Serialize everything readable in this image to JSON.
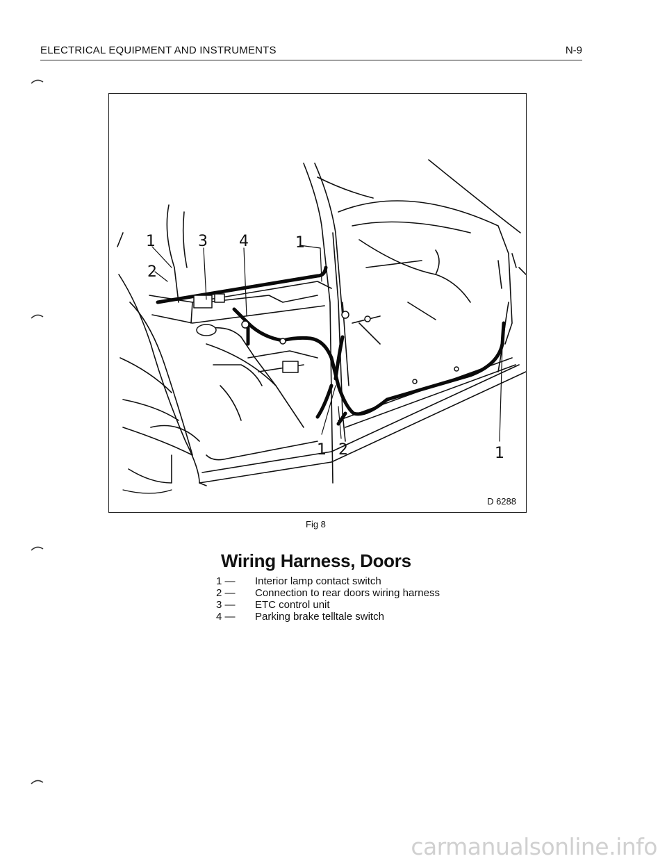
{
  "header": {
    "title": "ELECTRICAL EQUIPMENT AND INSTRUMENTS",
    "page": "N-9"
  },
  "figure": {
    "code": "D 6288",
    "caption": "Fig 8",
    "callouts": [
      "1",
      "2",
      "3",
      "4",
      "1",
      "1",
      "2",
      "1"
    ]
  },
  "section": {
    "title": "Wiring Harness, Doors",
    "legend": [
      {
        "num": "1 —",
        "text": "Interior lamp contact switch"
      },
      {
        "num": "2 —",
        "text": "Connection to rear doors wiring harness"
      },
      {
        "num": "3 —",
        "text": "ETC control unit"
      },
      {
        "num": "4 —",
        "text": "Parking brake telltale switch"
      }
    ]
  },
  "watermark": "carmanualsonline.info"
}
